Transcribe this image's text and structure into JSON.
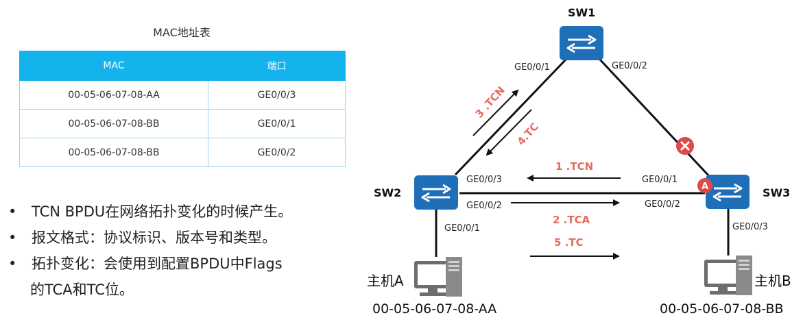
{
  "table": {
    "title": "MAC地址表",
    "headers": [
      "MAC",
      "端口"
    ],
    "rows": [
      [
        "00-05-06-07-08-AA",
        "GE0/0/3"
      ],
      [
        "00-05-06-07-08-BB",
        "GE0/0/1"
      ],
      [
        "00-05-06-07-08-BB",
        "GE0/0/2"
      ]
    ]
  },
  "bullets": {
    "b1": "TCN BPDU在网络拓扑变化的时候产生。",
    "b2": "报文格式：协议标识、版本号和类型。",
    "b3_line1": "拓扑变化：会使用到配置BPDU中Flags",
    "b3_line2": "的TCA和TC位。"
  },
  "switches": {
    "sw1": "SW1",
    "sw2": "SW2",
    "sw3": "SW3"
  },
  "ports": {
    "sw1_left": "GE0/0/1",
    "sw1_right": "GE0/0/2",
    "sw2_top": "GE0/0/3",
    "sw2_right": "GE0/0/2",
    "sw2_bottom": "GE0/0/1",
    "sw3_top": "GE0/0/1",
    "sw3_left": "GE0/0/2",
    "sw3_bottom": "GE0/0/3"
  },
  "messages": {
    "m1": "1 .TCN",
    "m2": "2 .TCA",
    "m3": "3 .TCN",
    "m4": "4.TC",
    "m5": "5 .TC"
  },
  "hosts": {
    "a_label": "主机A",
    "a_mac": "00-05-06-07-08-AA",
    "b_label": "主机B",
    "b_mac": "00-05-06-07-08-BB"
  },
  "badges": {
    "sw3": "A"
  },
  "colors": {
    "switch": "#1f6fb8",
    "header": "#15b3ee",
    "message": "#e46c5c",
    "blocked": "#e04848"
  }
}
